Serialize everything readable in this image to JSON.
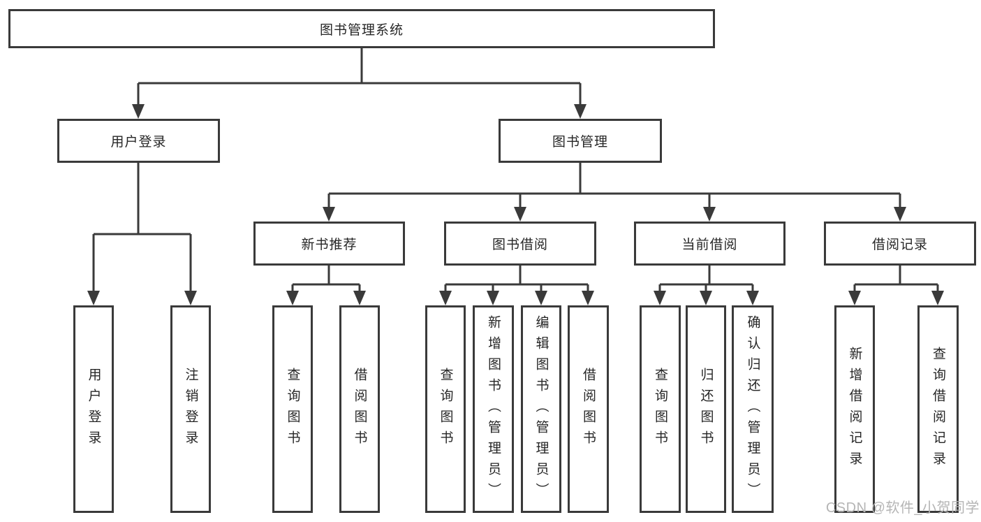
{
  "colors": {
    "line": "#3a3a3a",
    "text": "#262626",
    "background": "#ffffff",
    "watermark": "#b5b5b5"
  },
  "tree": {
    "title": "图书管理系统",
    "branches": [
      {
        "label": "用户登录",
        "children": [
          "用户登录",
          "注销登录"
        ]
      },
      {
        "label": "图书管理",
        "children": [
          {
            "label": "新书推荐",
            "children": [
              "查询图书",
              "借阅图书"
            ]
          },
          {
            "label": "图书借阅",
            "children": [
              "查询图书",
              "新增图书（管理员）",
              "编辑图书（管理员）",
              "借阅图书"
            ]
          },
          {
            "label": "当前借阅",
            "children": [
              "查询图书",
              "归还图书",
              "确认归还（管理员）"
            ]
          },
          {
            "label": "借阅记录",
            "children": [
              "新增借阅记录",
              "查询借阅记录"
            ]
          }
        ]
      }
    ]
  },
  "watermark": {
    "text": "CSDN @软件_小贺同学"
  }
}
